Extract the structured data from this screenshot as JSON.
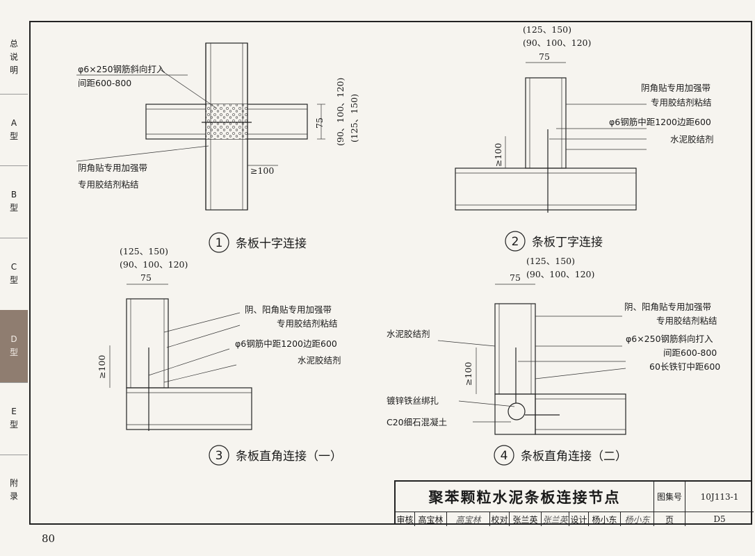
{
  "sidebar": {
    "tabs": [
      {
        "label": "总\n说\n明",
        "active": false
      },
      {
        "label": "A\n型",
        "active": false
      },
      {
        "label": "B\n型",
        "active": false
      },
      {
        "label": "C\n型",
        "active": false
      },
      {
        "label": "D\n型",
        "active": true
      },
      {
        "label": "E\n型",
        "active": false
      },
      {
        "label": "附\n录",
        "active": false
      }
    ]
  },
  "page_number": "80",
  "details": {
    "d1": {
      "number": "1",
      "caption": "条板十字连接",
      "note_rebar_1": "φ6×250钢筋斜向打入",
      "note_rebar_2": "间距600-800",
      "note_tape_1": "阴角贴专用加强带",
      "note_tape_2": "专用胶结剂粘结",
      "dim_75": "75",
      "dim_thk_a": "(90、100、120)",
      "dim_thk_b": "(125、150)",
      "dim_min": "≥100"
    },
    "d2": {
      "number": "2",
      "caption": "条板丁字连接",
      "dim_thk_b": "(125、150)",
      "dim_thk_a": "(90、100、120)",
      "dim_75": "75",
      "note_tape_1": "阴角贴专用加强带",
      "note_tape_2": "专用胶结剂粘结",
      "note_rebar": "φ6钢筋中距1200边距600",
      "note_cement": "水泥胶结剂",
      "dim_min": "≥100"
    },
    "d3": {
      "number": "3",
      "caption": "条板直角连接（一）",
      "dim_thk_b": "(125、150)",
      "dim_thk_a": "(90、100、120)",
      "dim_75": "75",
      "note_tape_1": "阴、阳角贴专用加强带",
      "note_tape_2": "专用胶结剂粘结",
      "note_rebar": "φ6钢筋中距1200边距600",
      "note_cement": "水泥胶结剂",
      "dim_min": "≥100"
    },
    "d4": {
      "number": "4",
      "caption": "条板直角连接（二）",
      "dim_thk_b": "(125、150)",
      "dim_thk_a": "(90、100、120)",
      "dim_75": "75",
      "note_cement": "水泥胶结剂",
      "note_tape_1": "阴、阳角贴专用加强带",
      "note_tape_2": "专用胶结剂粘结",
      "note_rebar_1": "φ6×250钢筋斜向打入",
      "note_rebar_2": "间距600-800",
      "note_nail": "60长铁钉中距600",
      "note_wire": "镀锌铁丝绑扎",
      "note_concrete": "C20细石混凝土",
      "dim_min": "≥100"
    }
  },
  "titleblock": {
    "title": "聚苯颗粒水泥条板连接节点",
    "atlas_label": "图集号",
    "atlas_code": "10J113-1",
    "review_label": "审核",
    "review_name": "高宝林",
    "review_sig": "高宝林",
    "check_label": "校对",
    "check_name": "张兰英",
    "check_sig": "张兰英",
    "design_label": "设计",
    "design_name": "杨小东",
    "design_sig": "杨小东",
    "page_label": "页",
    "page_code": "D5"
  }
}
